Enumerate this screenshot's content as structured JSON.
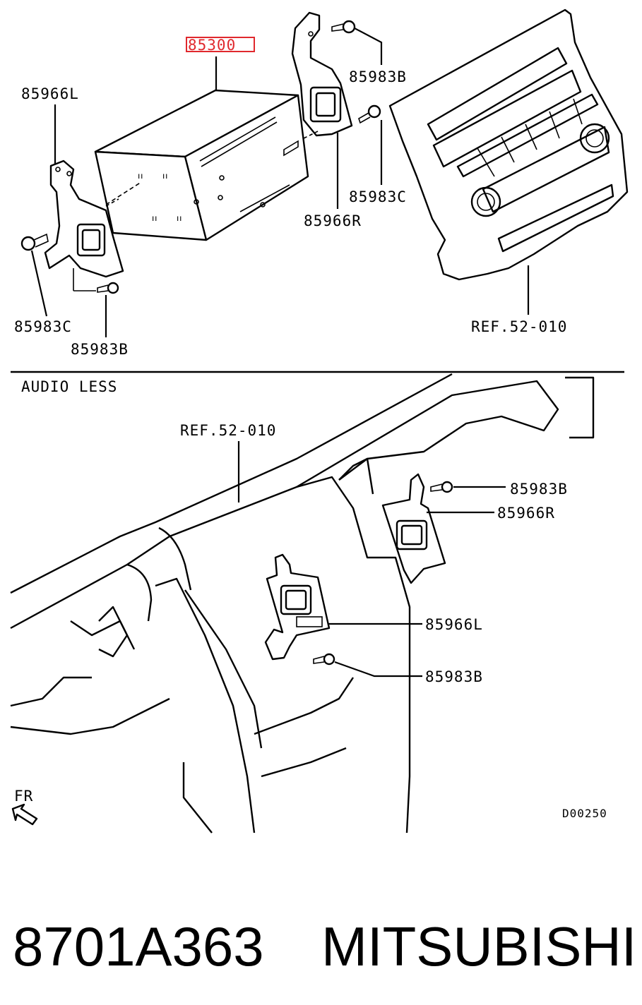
{
  "top_section": {
    "highlight_part": "85300",
    "labels": {
      "bracket_left": "85966L",
      "screw_top_right": "85983B",
      "screw_right": "85983C",
      "bracket_right": "85966R",
      "screw_left": "85983C",
      "screw_bottom": "85983B",
      "ref_panel": "REF.52-010"
    }
  },
  "bottom_section": {
    "title": "AUDIO LESS",
    "labels": {
      "ref_panel": "REF.52-010",
      "screw_upper": "85983B",
      "bracket_right": "85966R",
      "bracket_left": "85966L",
      "screw_lower": "85983B"
    },
    "direction": "FR",
    "drawing_code": "D00250"
  },
  "footer": {
    "part_number": "8701A363",
    "brand": "MITSUBISHI"
  },
  "colors": {
    "highlight": "#e0282d",
    "ink": "#000000"
  }
}
